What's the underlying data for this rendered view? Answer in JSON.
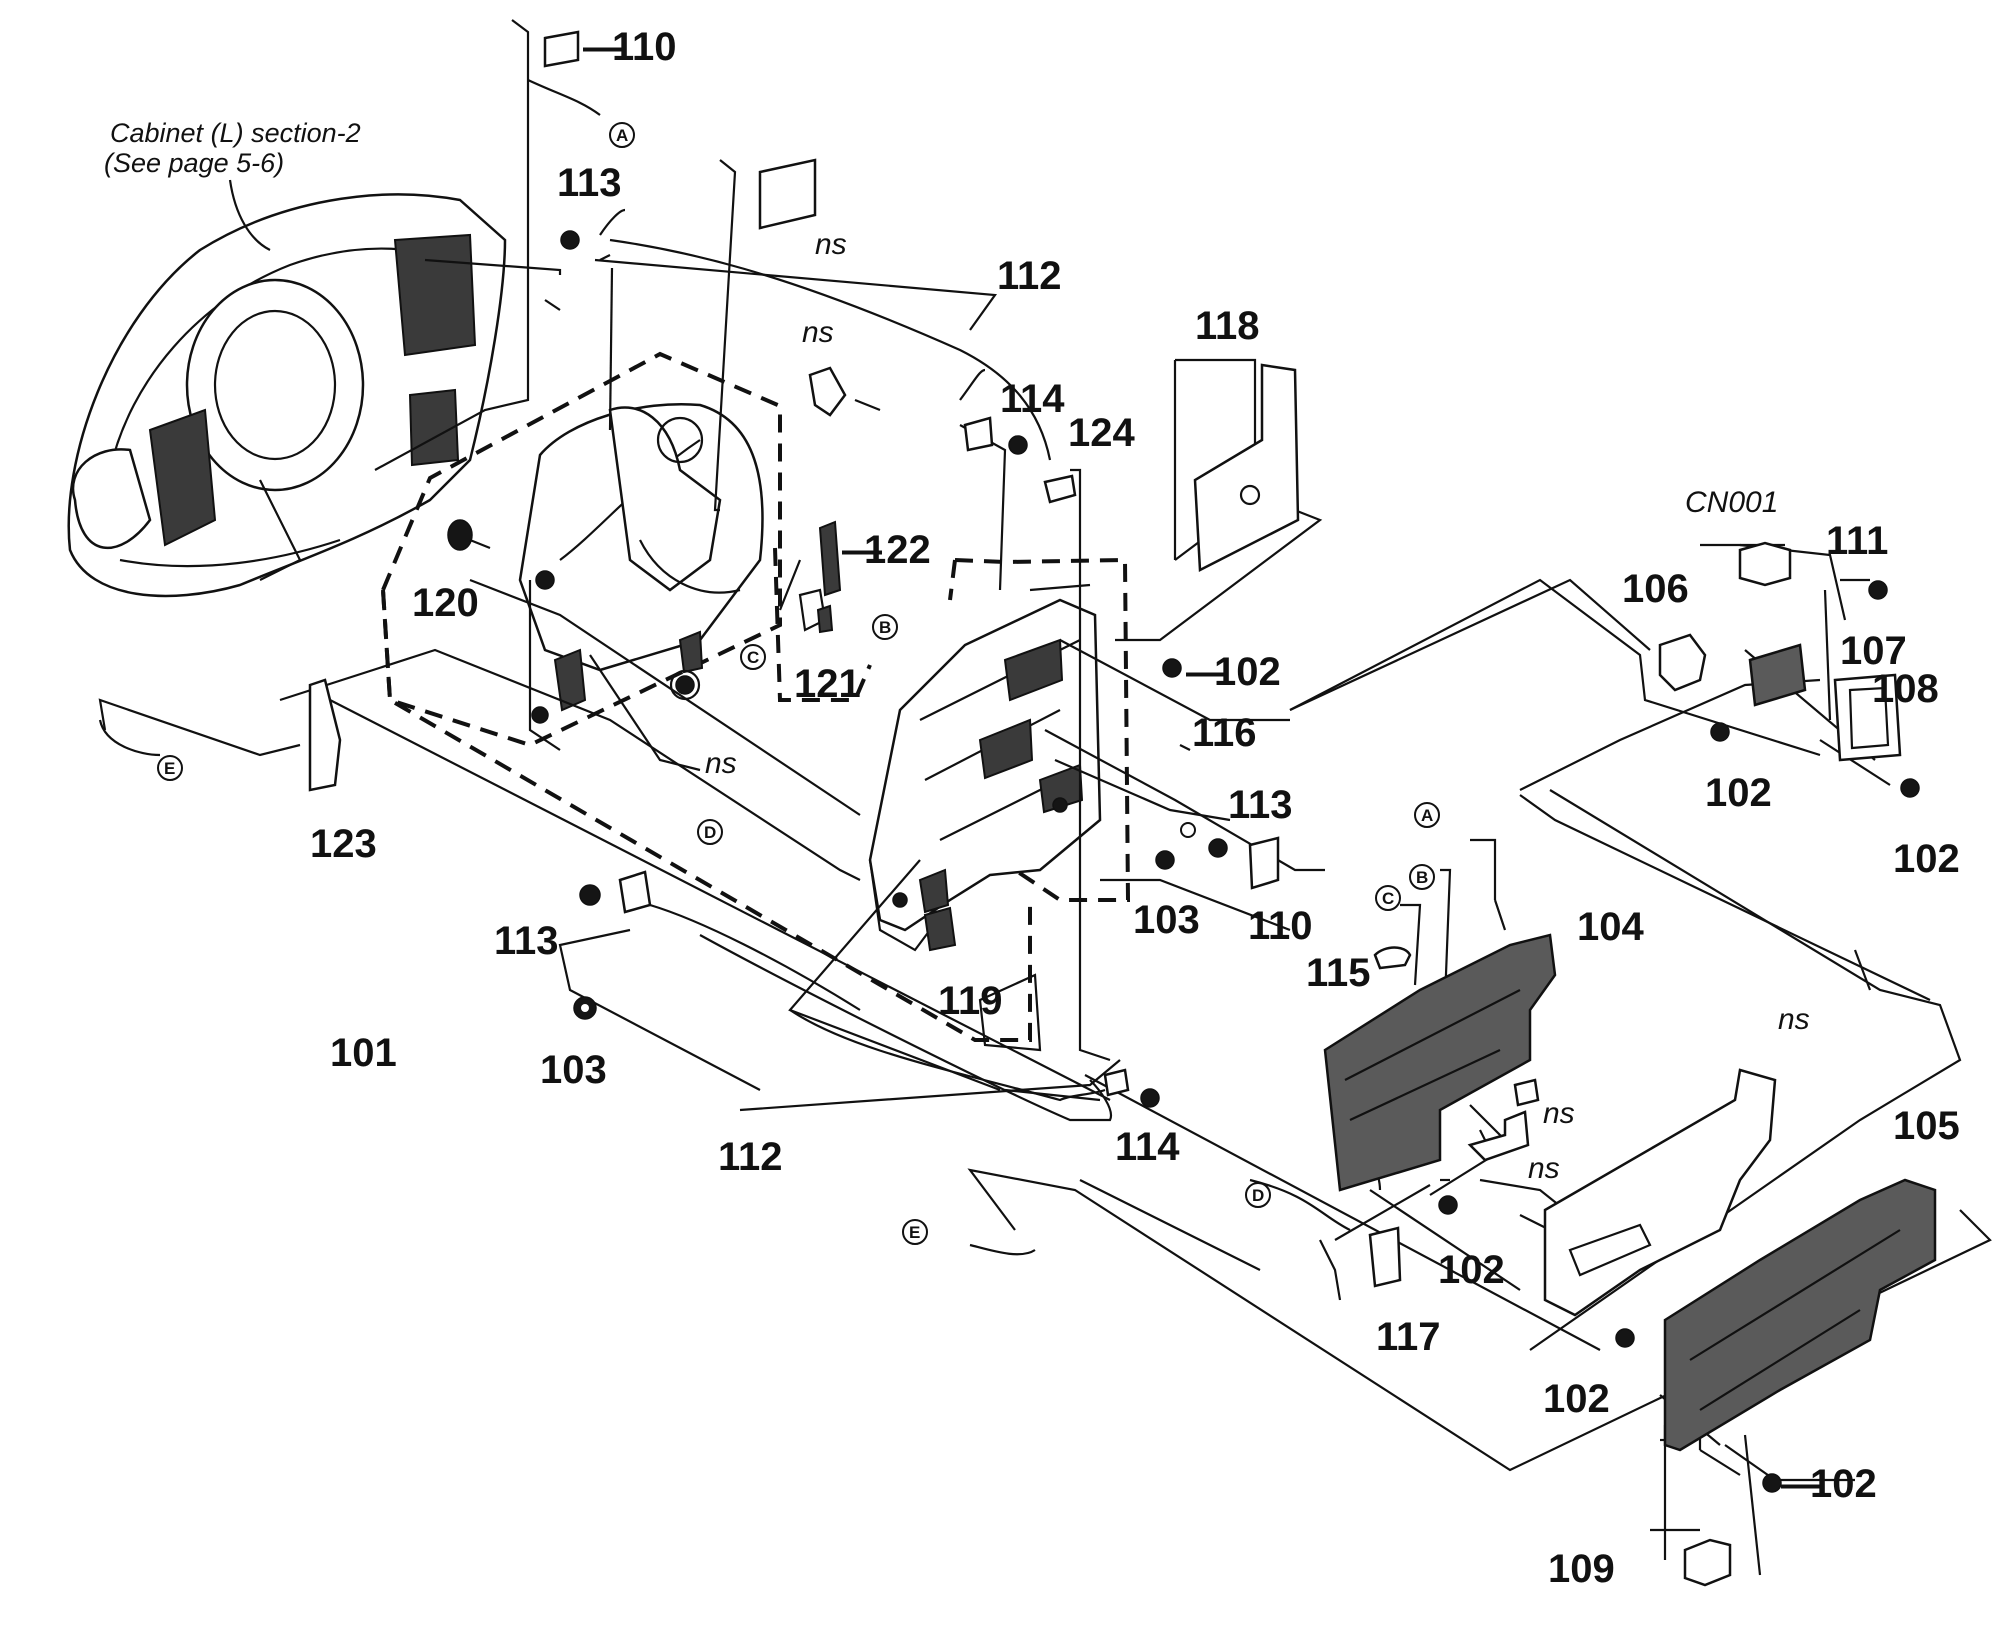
{
  "cabinet_note": {
    "line1": "Cabinet (L) section-2",
    "line2": "(See page 5-6)"
  },
  "connector_label": "CN001",
  "not_supplied": "ns",
  "connection_points": [
    "A",
    "B",
    "C",
    "D",
    "E"
  ],
  "part_numbers": {
    "p101": "101",
    "p102": "102",
    "p103": "103",
    "p104": "104",
    "p105": "105",
    "p106": "106",
    "p107": "107",
    "p108": "108",
    "p109": "109",
    "p110": "110",
    "p111": "111",
    "p112": "112",
    "p113": "113",
    "p114": "114",
    "p115": "115",
    "p116": "116",
    "p117": "117",
    "p118": "118",
    "p119": "119",
    "p120": "120",
    "p121": "121",
    "p122": "122",
    "p123": "123",
    "p124": "124"
  },
  "leader_dash": "—"
}
